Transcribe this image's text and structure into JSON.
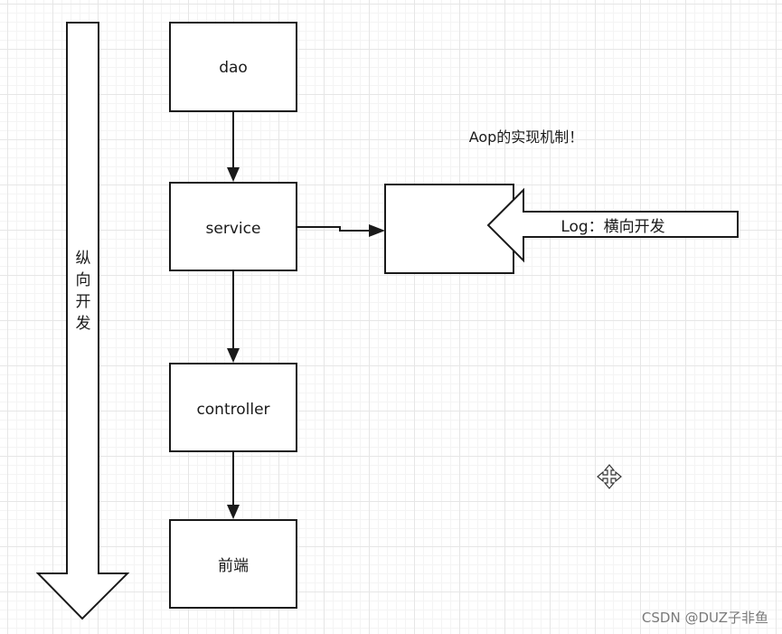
{
  "diagram": {
    "nodes": {
      "dao": "dao",
      "service": "service",
      "controller": "controller",
      "frontend": "前端"
    },
    "vertical_arrow_label": [
      "纵",
      "向",
      "开",
      "发"
    ],
    "horizontal_arrow_label": "Log：横向开发",
    "title": "Aop的实现机制！",
    "aspect_box_label": "",
    "move_cursor_icon": "move-cursor-icon"
  },
  "watermark": "CSDN @DUZ子非鱼",
  "colors": {
    "stroke": "#1a1a1a",
    "grid": "#e6e6e6",
    "background": "#ffffff"
  }
}
